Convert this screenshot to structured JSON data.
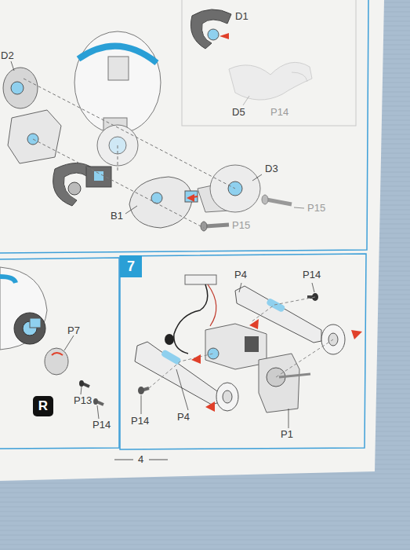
{
  "diagram": {
    "nodes": [
      {
        "text": [
          "7"
        ]
      },
      {
        "text": [
          "R"
        ]
      }
    ],
    "labels": [
      "D2",
      "D1",
      "D5",
      "P14",
      "D3",
      "P15",
      "B1",
      "P15",
      "P4",
      "P14",
      "P4",
      "P14",
      "P1",
      "P7",
      "P13",
      "P14",
      "4"
    ]
  }
}
